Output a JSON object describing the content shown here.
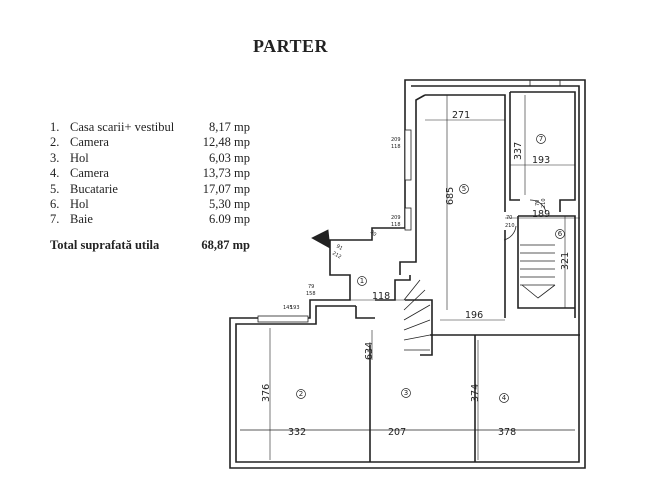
{
  "title": "PARTER",
  "rooms": [
    {
      "num": "1.",
      "name": "Casa scarii+ vestibul",
      "area": "8,17 mp"
    },
    {
      "num": "2.",
      "name": "Camera",
      "area": "12,48 mp"
    },
    {
      "num": "3.",
      "name": "Hol",
      "area": "6,03 mp"
    },
    {
      "num": "4.",
      "name": "Camera",
      "area": "13,73 mp"
    },
    {
      "num": "5.",
      "name": "Bucatarie",
      "area": "17,07 mp"
    },
    {
      "num": "6.",
      "name": "Hol",
      "area": "5,30 mp"
    },
    {
      "num": "7.",
      "name": "Baie",
      "area": "6.09 mp"
    }
  ],
  "total": {
    "label": "Total suprafată utila",
    "area": "68,87 mp"
  },
  "plan": {
    "room_markers": [
      "1",
      "2",
      "3",
      "4",
      "5",
      "6",
      "7"
    ],
    "dimensions": {
      "d271": "271",
      "d337": "337",
      "d193": "193",
      "d685": "685",
      "d189": "189",
      "d321": "321",
      "d196": "196",
      "d118": "118",
      "d634": "634",
      "d376": "376",
      "d374": "374",
      "d332": "332",
      "d207": "207",
      "d378": "378"
    },
    "openings": {
      "w1a": "209",
      "w1b": "118",
      "w2a": "209",
      "w2b": "118",
      "w3a": "79",
      "w3b": "158",
      "w4a": "145",
      "w4b": "193",
      "dr1a": "70",
      "dr1b": "210",
      "dr2a": "70",
      "dr2b": "210",
      "dr3a": "91",
      "dr3b": "212",
      "dr4": "90"
    }
  }
}
